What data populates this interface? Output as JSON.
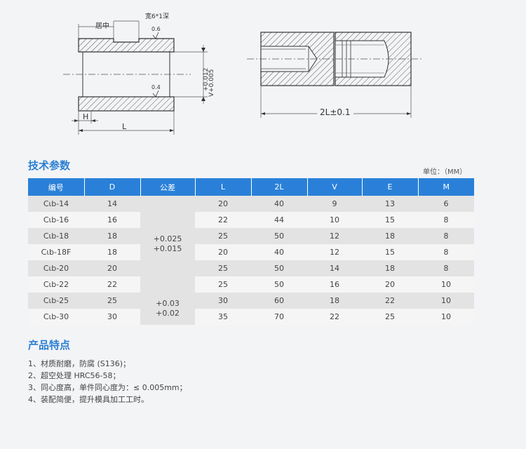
{
  "drawing": {
    "left_labels": {
      "center": "居中",
      "groove": "宽6*1深",
      "rough1": "0.6",
      "rough2": "0.4",
      "tol_v": "V+0.005",
      "tol_up": "+0.012",
      "dim_h": "H",
      "dim_l": "L"
    },
    "right_labels": {
      "dim_2l": "2L±0.1"
    }
  },
  "spec": {
    "title": "技术参数",
    "unit": "单位：（MM）",
    "headers": [
      "编号",
      "D",
      "公差",
      "L",
      "2L",
      "V",
      "E",
      "M"
    ],
    "rows": [
      {
        "code": "Cιb-14",
        "d": "14",
        "l": "20",
        "l2": "40",
        "v": "9",
        "e": "13",
        "m": "6"
      },
      {
        "code": "Cιb-16",
        "d": "16",
        "l": "22",
        "l2": "44",
        "v": "10",
        "e": "15",
        "m": "8"
      },
      {
        "code": "Cιb-18",
        "d": "18",
        "l": "25",
        "l2": "50",
        "v": "12",
        "e": "18",
        "m": "8"
      },
      {
        "code": "Cιb-18F",
        "d": "18",
        "l": "20",
        "l2": "40",
        "v": "12",
        "e": "15",
        "m": "8"
      },
      {
        "code": "Cιb-20",
        "d": "20",
        "l": "25",
        "l2": "50",
        "v": "14",
        "e": "18",
        "m": "8"
      },
      {
        "code": "Cιb-22",
        "d": "22",
        "l": "25",
        "l2": "50",
        "v": "16",
        "e": "20",
        "m": "10"
      },
      {
        "code": "Cιb-25",
        "d": "25",
        "l": "30",
        "l2": "60",
        "v": "18",
        "e": "22",
        "m": "10"
      },
      {
        "code": "Cιb-30",
        "d": "30",
        "l": "35",
        "l2": "70",
        "v": "22",
        "e": "25",
        "m": "10"
      }
    ],
    "tolerance_a": {
      "upper": "+0.025",
      "lower": "+0.015"
    },
    "tolerance_b": {
      "upper": "+0.03",
      "lower": "+0.02"
    }
  },
  "features": {
    "title": "产品特点",
    "items": [
      "1、材质耐磨，防腐 (S136)；",
      "2、超空处理 HRC56-58；",
      "3、同心度高，单件同心度为：≤ 0.005mm；",
      "4、装配简便，提升模具加工工时。"
    ]
  }
}
